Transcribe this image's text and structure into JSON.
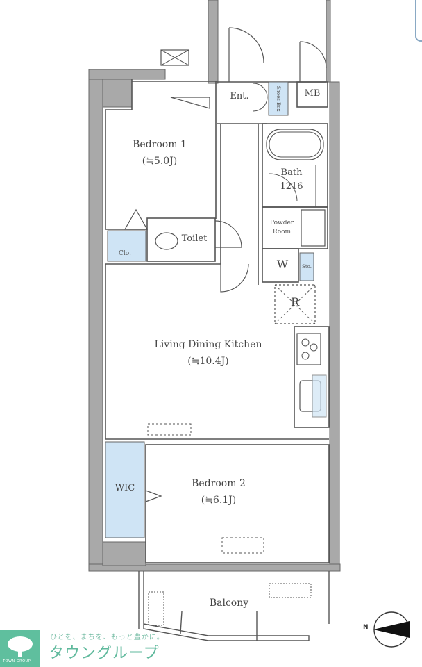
{
  "floor_plan": {
    "rooms": [
      {
        "id": "bedroom1",
        "name": "Bedroom 1",
        "area": "(≒5.0J)"
      },
      {
        "id": "ldk",
        "name": "Living Dining Kitchen",
        "area": "(≒10.4J)"
      },
      {
        "id": "bedroom2",
        "name": "Bedroom 2",
        "area": "(≒6.1J)"
      },
      {
        "id": "toilet",
        "name": "Toilet"
      },
      {
        "id": "entrance",
        "name": "Ent."
      },
      {
        "id": "mb",
        "name": "MB"
      },
      {
        "id": "bath",
        "name": "Bath",
        "size": "1216"
      },
      {
        "id": "powder",
        "name": "Powder",
        "name2": "Room"
      },
      {
        "id": "washer",
        "name": "W"
      },
      {
        "id": "refrigerator",
        "name": "R"
      },
      {
        "id": "wic",
        "name": "WIC"
      },
      {
        "id": "closet",
        "name": "Clo."
      },
      {
        "id": "shoes-box",
        "name": "Shoes Box"
      },
      {
        "id": "storage",
        "name": "Sto."
      },
      {
        "id": "balcony",
        "name": "Balcony"
      }
    ],
    "compass": {
      "label": "N"
    },
    "colors": {
      "storage_fill": "#cfe4f5",
      "wall_fill": "#a9a9a9",
      "line": "#555555"
    }
  },
  "branding": {
    "tagline": "ひとを、まちを、もっと豊かに。",
    "company": "タウングループ",
    "logo_sub": "TOWN GROUP",
    "brand_color": "#5fbf9e"
  }
}
